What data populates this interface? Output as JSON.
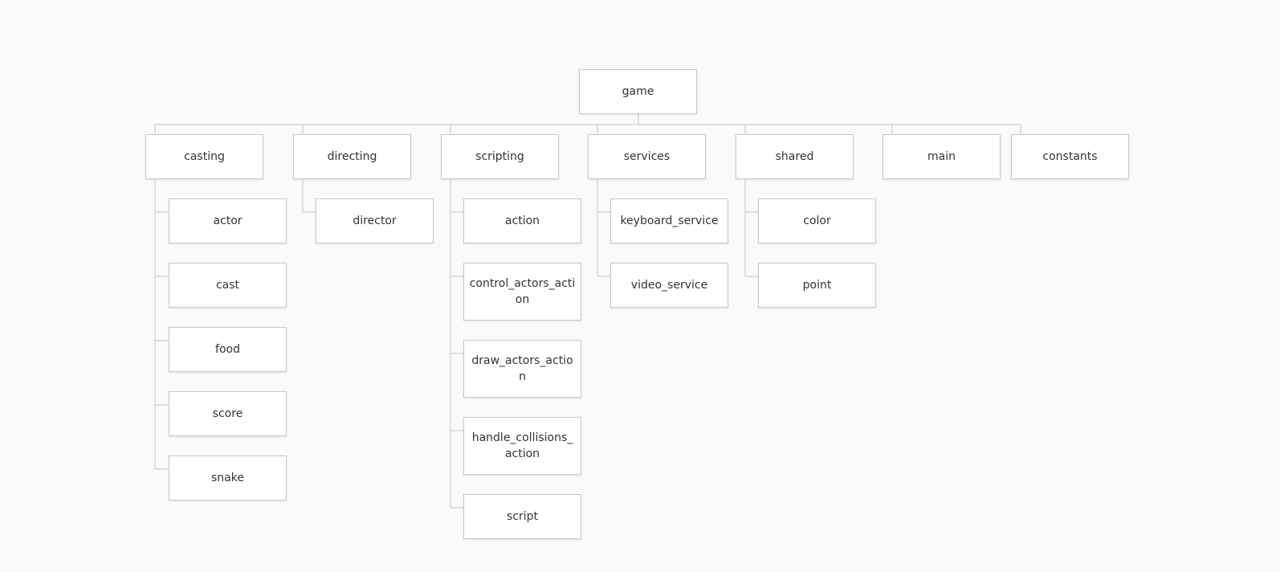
{
  "diagram": {
    "root": {
      "id": "game",
      "label": "game"
    },
    "modules": [
      {
        "id": "casting",
        "label": "casting",
        "children": [
          {
            "id": "actor",
            "label": "actor"
          },
          {
            "id": "cast",
            "label": "cast"
          },
          {
            "id": "food",
            "label": "food"
          },
          {
            "id": "score",
            "label": "score"
          },
          {
            "id": "snake",
            "label": "snake"
          }
        ]
      },
      {
        "id": "directing",
        "label": "directing",
        "children": [
          {
            "id": "director",
            "label": "director"
          }
        ]
      },
      {
        "id": "scripting",
        "label": "scripting",
        "children": [
          {
            "id": "action",
            "label": "action"
          },
          {
            "id": "control_actors_action",
            "label": "control_actors_action"
          },
          {
            "id": "draw_actors_action",
            "label": "draw_actors_action"
          },
          {
            "id": "handle_collisions_action",
            "label": "handle_collisions_action"
          },
          {
            "id": "script",
            "label": "script"
          }
        ]
      },
      {
        "id": "services",
        "label": "services",
        "children": [
          {
            "id": "keyboard_service",
            "label": "keyboard_service"
          },
          {
            "id": "video_service",
            "label": "video_service"
          }
        ]
      },
      {
        "id": "shared",
        "label": "shared",
        "children": [
          {
            "id": "color",
            "label": "color"
          },
          {
            "id": "point",
            "label": "point"
          }
        ]
      },
      {
        "id": "main",
        "label": "main",
        "children": []
      },
      {
        "id": "constants",
        "label": "constants",
        "children": []
      }
    ],
    "colors": {
      "background": "#f9fafc",
      "node_fill": "#ffffff",
      "node_border": "#c9c9c9",
      "connector": "#c4c4c4",
      "text": "#333333"
    }
  }
}
